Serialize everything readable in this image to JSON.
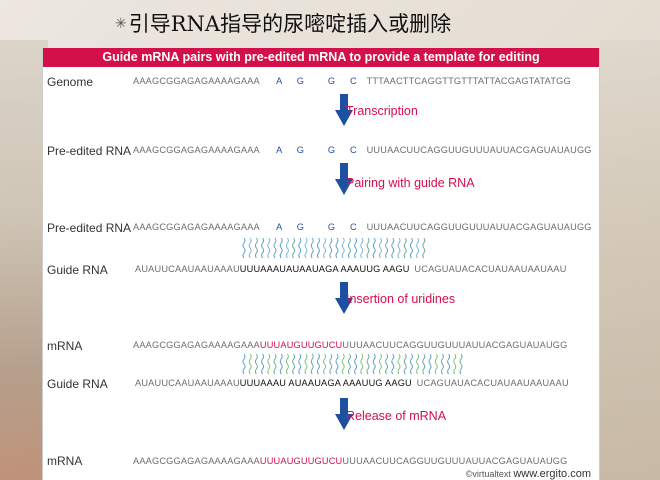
{
  "title": "引导RNA指导的尿嘧啶插入或删除",
  "banner": "Guide mRNA pairs with pre-edited mRNA to provide a template for editing",
  "rows": {
    "genome": {
      "label": "Genome",
      "a": "AAAGCGGAGAGAAAAGAAA",
      "b": "A",
      "c": "G",
      "d": "G",
      "e": "C",
      "f": "TTTAACTTCAGGTTGTTTATTACGAGTATATGG"
    },
    "pre1": {
      "label": "Pre-edited RNA",
      "a": "AAAGCGGAGAGAAAAGAAA",
      "b": "A",
      "c": "G",
      "d": "G",
      "e": "C",
      "f": "UUUAACUUCAGGUUGUUUAUUACGAGUAUAUGG"
    },
    "pre2": {
      "label": "Pre-edited RNA",
      "a": "AAAGCGGAGAGAAAAGAAA",
      "b": "A",
      "c": "G",
      "d": "G",
      "e": "C",
      "f": "UUUAACUUCAGGUUGUUUAUUACGAGUAUAUGG"
    },
    "guide1": {
      "label": "Guide RNA",
      "a": "AUAUUCAAUAAUAAAU",
      "b": "UUUAAAU",
      "c": "AUAAUAGA",
      "d": "AAAUUG",
      "e": "AAGU",
      "f": "UCAGUAUACACUAUAAUAAUAAU"
    },
    "mrna1": {
      "label": "mRNA",
      "a": "AAAGCGGAGAGAAAAGAAA",
      "b": "UUUAUGUUGUCU",
      "f": "UUUAACUUCAGGUUGUUUAUUACGAGUAUAUGG"
    },
    "guide2": {
      "label": "Guide RNA",
      "a": "AUAUUCAAUAAUAAAU",
      "b": "UUUAAAU",
      "c": "AUAAUAGA",
      "d": "AAAUUG",
      "e": "AAGU",
      "f": "UCAGUAUACACUAUAAUAAUAAU"
    },
    "mrna2": {
      "label": "mRNA",
      "a": "AAAGCGGAGAGAAAAGAAA",
      "b": "UUUAUGUUGUCU",
      "f": "UUUAACUUCAGGUUGUUUAUUACGAGUAUAUGG"
    }
  },
  "steps": {
    "transcription": "Transcription",
    "pairing": "Pairing with guide RNA",
    "insertion": "Insertion of uridines",
    "release": "Release of mRNA"
  },
  "credit": {
    "small": "©virtualtext",
    "big": "www.ergito.com"
  },
  "colors": {
    "banner": "#d4104a",
    "accent": "#d4104a",
    "arrow": "#1f4fa0",
    "edited": "#2b4aa8",
    "pair": "#5aa0c8"
  }
}
